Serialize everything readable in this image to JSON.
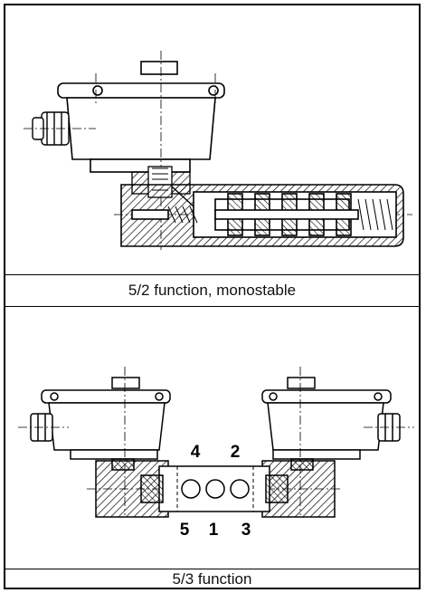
{
  "panels": [
    {
      "caption": "5/2 function, monostable"
    },
    {
      "caption": "5/3 function",
      "ports": [
        "4",
        "2",
        "5",
        "1",
        "3"
      ]
    }
  ]
}
